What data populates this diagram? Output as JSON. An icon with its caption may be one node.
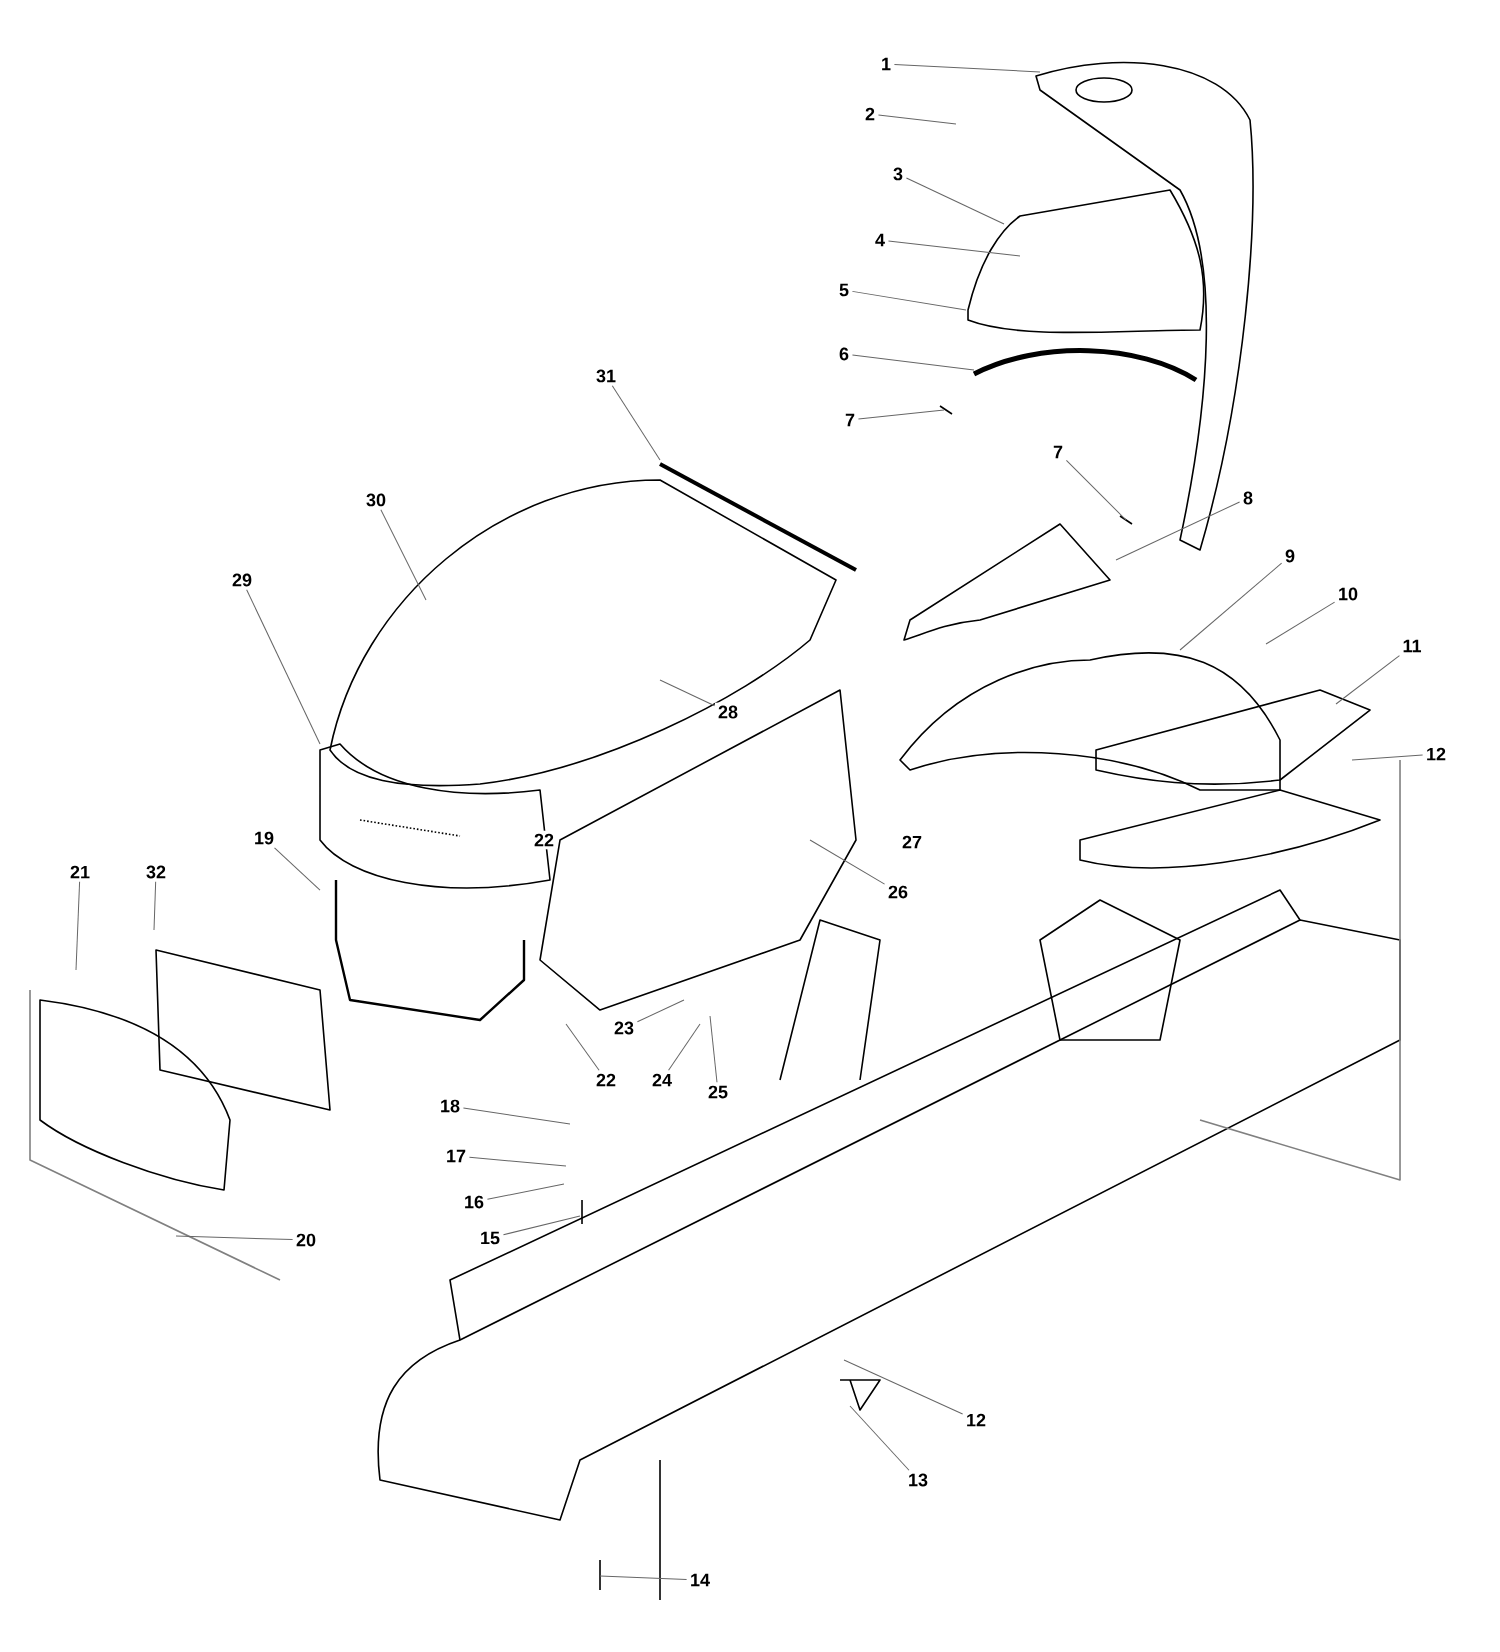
{
  "diagram": {
    "nodes": [
      {
        "text": [
          "1"
        ]
      },
      {
        "text": [
          "2"
        ]
      },
      {
        "text": [
          "3"
        ]
      },
      {
        "text": [
          "4"
        ]
      },
      {
        "text": [
          "5"
        ]
      },
      {
        "text": [
          "6"
        ]
      },
      {
        "text": [
          "7"
        ]
      },
      {
        "text": [
          "31"
        ]
      },
      {
        "text": [
          "30"
        ]
      },
      {
        "text": [
          "7"
        ]
      },
      {
        "text": [
          "8"
        ]
      },
      {
        "text": [
          "9"
        ]
      },
      {
        "text": [
          "29"
        ]
      },
      {
        "text": [
          "10"
        ]
      },
      {
        "text": [
          "28"
        ]
      },
      {
        "text": [
          "11"
        ]
      },
      {
        "text": [
          "12"
        ]
      },
      {
        "text": [
          "19"
        ]
      },
      {
        "text": [
          "22"
        ]
      },
      {
        "text": [
          "27"
        ]
      },
      {
        "text": [
          "21"
        ]
      },
      {
        "text": [
          "32"
        ]
      },
      {
        "text": [
          "26"
        ]
      },
      {
        "text": [
          "23"
        ]
      },
      {
        "text": [
          "24"
        ]
      },
      {
        "text": [
          "25"
        ]
      },
      {
        "text": [
          "22"
        ]
      },
      {
        "text": [
          "18"
        ]
      },
      {
        "text": [
          "17"
        ]
      },
      {
        "text": [
          "16"
        ]
      },
      {
        "text": [
          "15"
        ]
      },
      {
        "text": [
          "20"
        ]
      },
      {
        "text": [
          "12"
        ]
      },
      {
        "text": [
          "13"
        ]
      },
      {
        "text": [
          "14"
        ]
      }
    ],
    "edges": [
      {
        "from": 0,
        "to": null,
        "arrow": "none"
      },
      {
        "from": 1,
        "to": null,
        "arrow": "none"
      },
      {
        "from": 2,
        "to": null,
        "arrow": "none"
      },
      {
        "from": 3,
        "to": null,
        "arrow": "none"
      },
      {
        "from": 4,
        "to": null,
        "arrow": "none"
      },
      {
        "from": 5,
        "to": null,
        "arrow": "none"
      },
      {
        "from": 6,
        "to": null,
        "arrow": "none"
      },
      {
        "from": 7,
        "to": null,
        "arrow": "none"
      },
      {
        "from": 8,
        "to": null,
        "arrow": "none"
      },
      {
        "from": 9,
        "to": null,
        "arrow": "none"
      },
      {
        "from": 10,
        "to": null,
        "arrow": "none"
      },
      {
        "from": 11,
        "to": null,
        "arrow": "none"
      },
      {
        "from": 12,
        "to": null,
        "arrow": "none"
      },
      {
        "from": 13,
        "to": null,
        "arrow": "none"
      },
      {
        "from": 14,
        "to": null,
        "arrow": "none"
      },
      {
        "from": 15,
        "to": null,
        "arrow": "none"
      },
      {
        "from": 16,
        "to": null,
        "arrow": "none"
      },
      {
        "from": 17,
        "to": null,
        "arrow": "none"
      },
      {
        "from": 20,
        "to": null,
        "arrow": "none"
      },
      {
        "from": 21,
        "to": null,
        "arrow": "none"
      },
      {
        "from": 22,
        "to": null,
        "arrow": "none"
      },
      {
        "from": 23,
        "to": null,
        "arrow": "none"
      },
      {
        "from": 24,
        "to": null,
        "arrow": "none"
      },
      {
        "from": 25,
        "to": null,
        "arrow": "none"
      },
      {
        "from": 26,
        "to": null,
        "arrow": "none"
      },
      {
        "from": 27,
        "to": null,
        "arrow": "none"
      },
      {
        "from": 28,
        "to": null,
        "arrow": "none"
      },
      {
        "from": 29,
        "to": null,
        "arrow": "none"
      },
      {
        "from": 30,
        "to": null,
        "arrow": "none"
      },
      {
        "from": 31,
        "to": null,
        "arrow": "none"
      },
      {
        "from": 32,
        "to": null,
        "arrow": "none"
      },
      {
        "from": 33,
        "to": null,
        "arrow": "none"
      },
      {
        "from": 34,
        "to": null,
        "arrow": "none"
      }
    ]
  }
}
